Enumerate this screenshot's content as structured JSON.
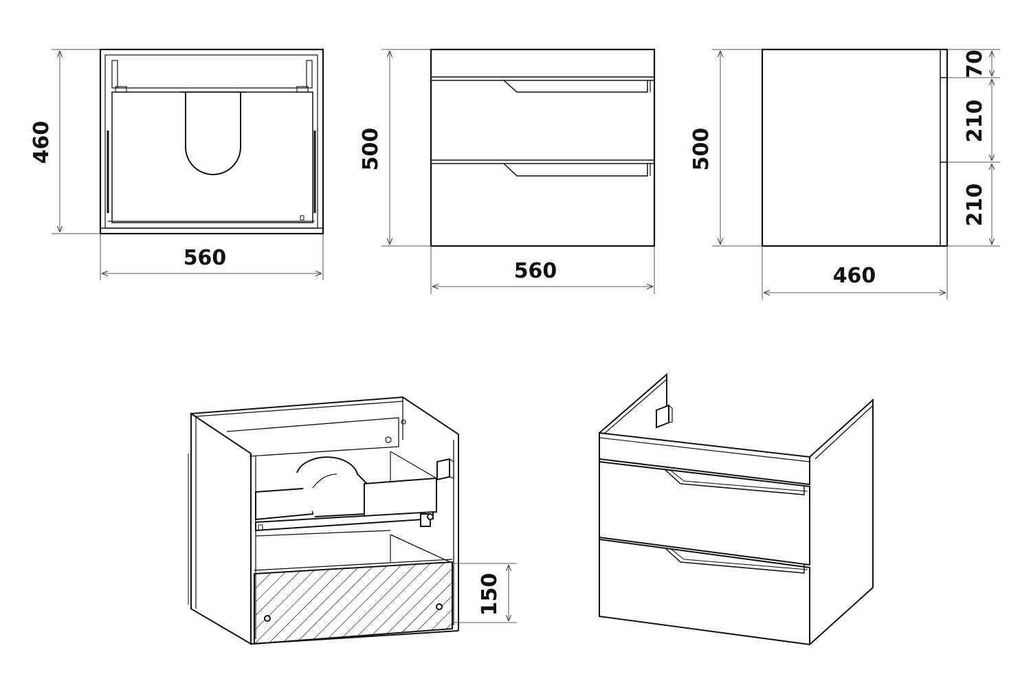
{
  "dimensions": {
    "top_view": {
      "height": "460",
      "width": "560"
    },
    "front_view": {
      "height": "500",
      "width": "560"
    },
    "side_view": {
      "height": "500",
      "depth": "460",
      "seg_top": "70",
      "seg_mid": "210",
      "seg_bot": "210"
    },
    "iso_open": {
      "drawer_height": "150"
    }
  },
  "colors": {
    "line": "#111111",
    "thin": "#555555",
    "background": "#ffffff"
  }
}
